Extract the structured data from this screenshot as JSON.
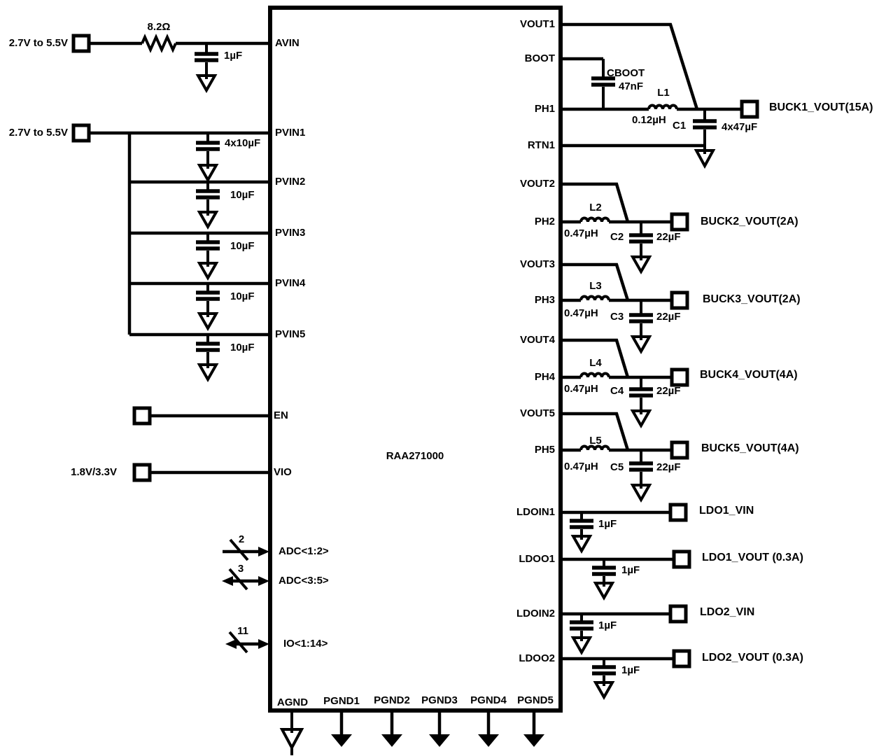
{
  "schematic": {
    "chip": {
      "name": "RAA271000",
      "left_pins": [
        "AVIN",
        "PVIN1",
        "PVIN2",
        "PVIN3",
        "PVIN4",
        "PVIN5",
        "EN",
        "VIO",
        "ADC<1:2>",
        "ADC<3:5>",
        "IO<1:14>"
      ],
      "right_pins": [
        "VOUT1",
        "BOOT",
        "PH1",
        "RTN1",
        "VOUT2",
        "PH2",
        "VOUT3",
        "PH3",
        "VOUT4",
        "PH4",
        "VOUT5",
        "PH5",
        "LDOIN1",
        "LDOO1",
        "LDOIN2",
        "LDOO2"
      ],
      "bottom_pins": [
        "AGND",
        "PGND1",
        "PGND2",
        "PGND3",
        "PGND4",
        "PGND5"
      ]
    },
    "avin_input": {
      "voltage": "2.7V to 5.5V",
      "resistor": "8.2Ω",
      "capacitor": "1µF"
    },
    "pvin_input": {
      "voltage": "2.7V to 5.5V",
      "capacitors": [
        "4x10µF",
        "10µF",
        "10µF",
        "10µF",
        "10µF"
      ]
    },
    "vio_input": {
      "voltage": "1.8V/3.3V"
    },
    "buses": [
      {
        "count": "2"
      },
      {
        "count": "3"
      },
      {
        "count": "11"
      }
    ],
    "buck1": {
      "boot_cap_name": "CBOOT",
      "boot_cap_value": "47nF",
      "inductor_name": "L1",
      "inductor_value": "0.12µH",
      "cap_name": "C1",
      "cap_value": "4x47µF",
      "output_label": "BUCK1_VOUT(15A)"
    },
    "buck2": {
      "inductor_name": "L2",
      "inductor_value": "0.47µH",
      "cap_name": "C2",
      "cap_value": "22µF",
      "output_label": "BUCK2_VOUT(2A)"
    },
    "buck3": {
      "inductor_name": "L3",
      "inductor_value": "0.47µH",
      "cap_name": "C3",
      "cap_value": "22µF",
      "output_label": "BUCK3_VOUT(2A)"
    },
    "buck4": {
      "inductor_name": "L4",
      "inductor_value": "0.47µH",
      "cap_name": "C4",
      "cap_value": "22µF",
      "output_label": "BUCK4_VOUT(4A)"
    },
    "buck5": {
      "inductor_name": "L5",
      "inductor_value": "0.47µH",
      "cap_name": "C5",
      "cap_value": "22µF",
      "output_label": "BUCK5_VOUT(4A)"
    },
    "ldo1": {
      "input_cap": "1µF",
      "input_label": "LDO1_VIN",
      "output_cap": "1µF",
      "output_label": "LDO1_VOUT (0.3A)"
    },
    "ldo2": {
      "input_cap": "1µF",
      "input_label": "LDO2_VIN",
      "output_cap": "1µF",
      "output_label": "LDO2_VOUT (0.3A)"
    }
  }
}
